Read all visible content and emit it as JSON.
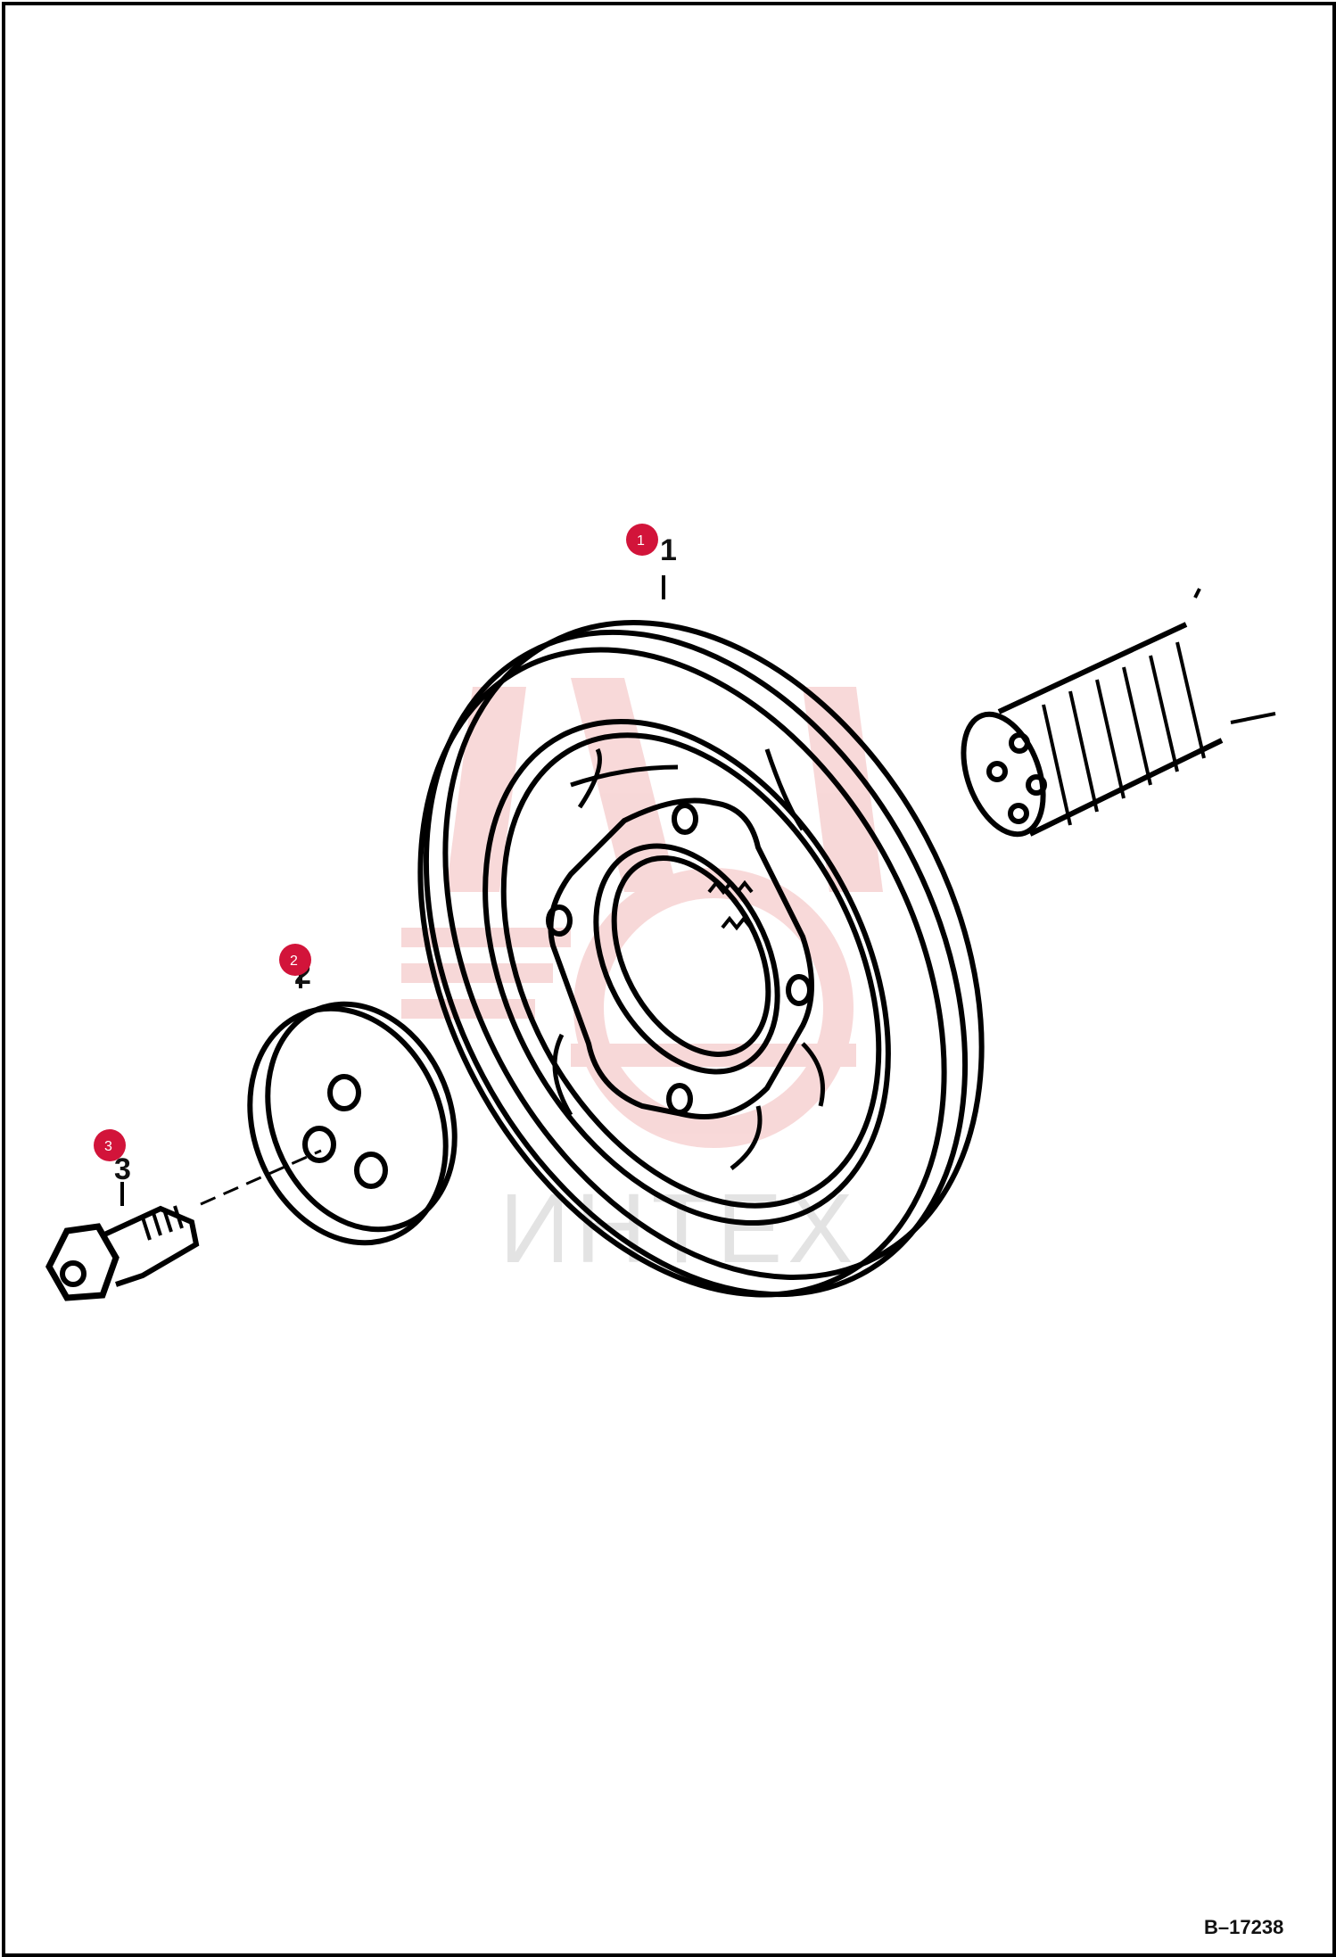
{
  "watermark": {
    "text": "ИНТЕХ",
    "color": "#f2b9b9"
  },
  "parts": [
    {
      "number": "1",
      "label": "1",
      "color": "#d2143a"
    },
    {
      "number": "2",
      "label": "2",
      "color": "#d2143a"
    },
    {
      "number": "3",
      "label": "3",
      "color": "#d2143a"
    }
  ],
  "drawing_ref": "B–17238"
}
